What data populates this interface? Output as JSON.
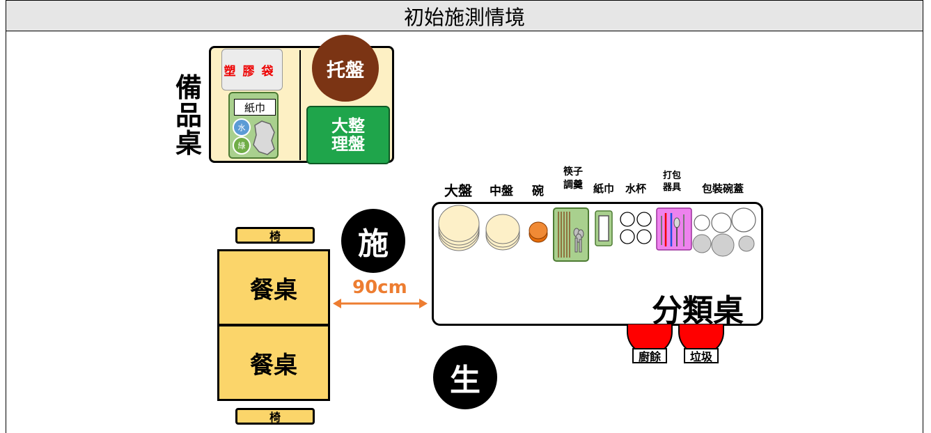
{
  "title": "初始施測情境",
  "supply_table": {
    "label": "備品桌",
    "plastic_bag": "塑膠袋",
    "tissue": "紙巾",
    "water_cup": "水",
    "green_cup": "綠",
    "tray": "托盤",
    "big_tray": "大整理盤"
  },
  "sorting_table": {
    "label": "分類桌",
    "headers": {
      "big_plate": "大盤",
      "mid_plate": "中盤",
      "bowl": "碗",
      "chopsticks": "筷子調羹",
      "tissue": "紙巾",
      "water_cup": "水杯",
      "takeout": "打包器具",
      "bowl_lid": "包裝碗蓋"
    },
    "kitchen_waste": "廚餘",
    "trash": "垃圾"
  },
  "dining": {
    "chair_top": "椅",
    "table1": "餐桌",
    "table2": "餐桌",
    "chair_bottom": "椅"
  },
  "measurement": "90cm",
  "markers": {
    "tester": "施",
    "student": "生"
  },
  "colors": {
    "table_fill": "#fbd56a",
    "tray_brown": "#7b3414",
    "big_tray_green": "#1fa54b",
    "arrow_orange": "#ed7d31",
    "bin_red": "#ff0000"
  }
}
